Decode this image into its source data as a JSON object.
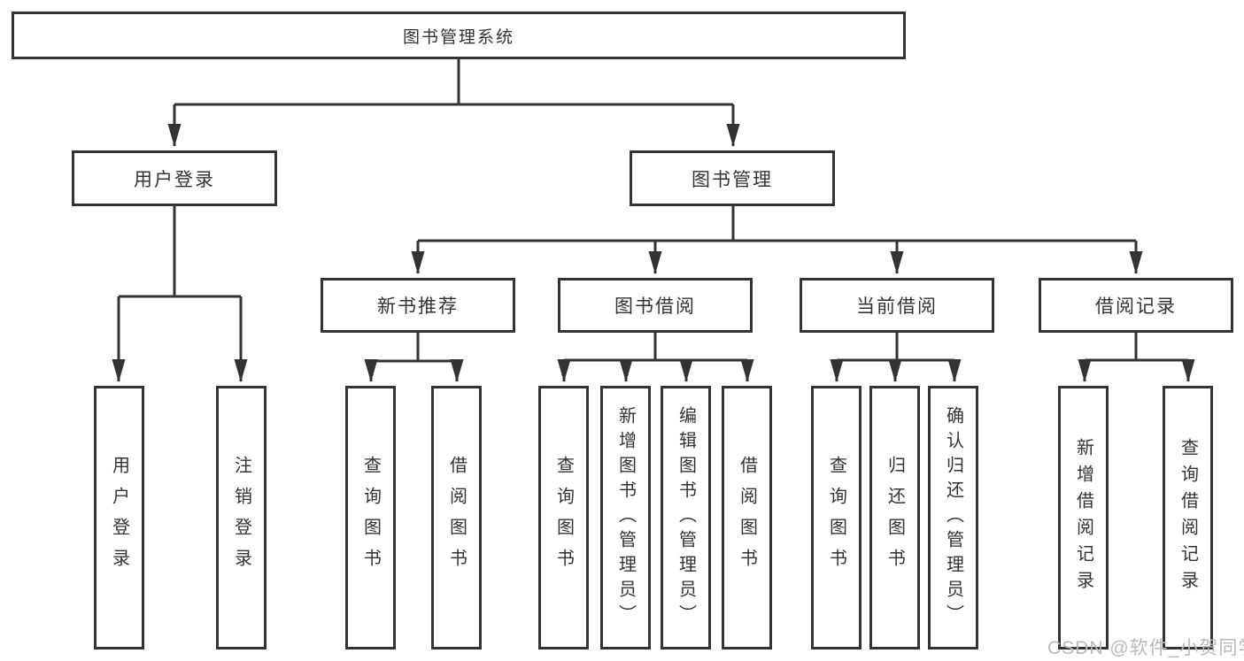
{
  "diagram_title": "图书管理系统",
  "colors": {
    "line": "#333333",
    "box_border": "#333333",
    "text": "#333333",
    "background": "#ffffff",
    "watermark": "#b9b9b9"
  },
  "tree": {
    "root": {
      "label": "图书管理系统"
    },
    "branches": [
      {
        "label": "用户登录",
        "children": [
          {
            "label": "用户登录"
          },
          {
            "label": "注销登录"
          }
        ]
      },
      {
        "label": "图书管理",
        "children": [
          {
            "label": "新书推荐",
            "children": [
              {
                "label": "查询图书"
              },
              {
                "label": "借阅图书"
              }
            ]
          },
          {
            "label": "图书借阅",
            "children": [
              {
                "label": "查询图书"
              },
              {
                "label": "新增图书（管理员）"
              },
              {
                "label": "编辑图书（管理员）"
              },
              {
                "label": "借阅图书"
              }
            ]
          },
          {
            "label": "当前借阅",
            "children": [
              {
                "label": "查询图书"
              },
              {
                "label": "归还图书"
              },
              {
                "label": "确认归还（管理员）"
              }
            ]
          },
          {
            "label": "借阅记录",
            "children": [
              {
                "label": "新增借阅记录"
              },
              {
                "label": "查询借阅记录"
              }
            ]
          }
        ]
      }
    ]
  },
  "watermark": {
    "text": "CSDN @软件_小贺同学"
  }
}
